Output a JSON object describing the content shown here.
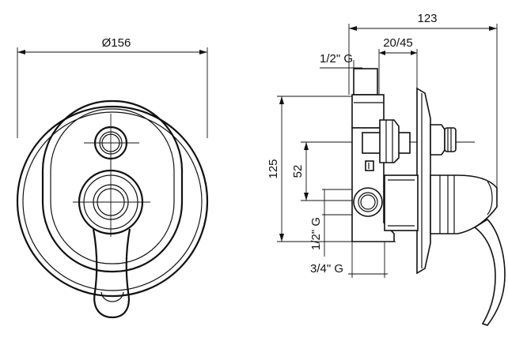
{
  "front_view": {
    "diameter_label": "Ø156"
  },
  "side_view": {
    "overall_depth_label": "123",
    "depth_range_label": "20/45",
    "top_thread_label": "1/2\" G",
    "height_label": "125",
    "offset_label": "52",
    "side_thread_label": "1/2\" G",
    "bottom_thread_label": "3/4\" G"
  }
}
